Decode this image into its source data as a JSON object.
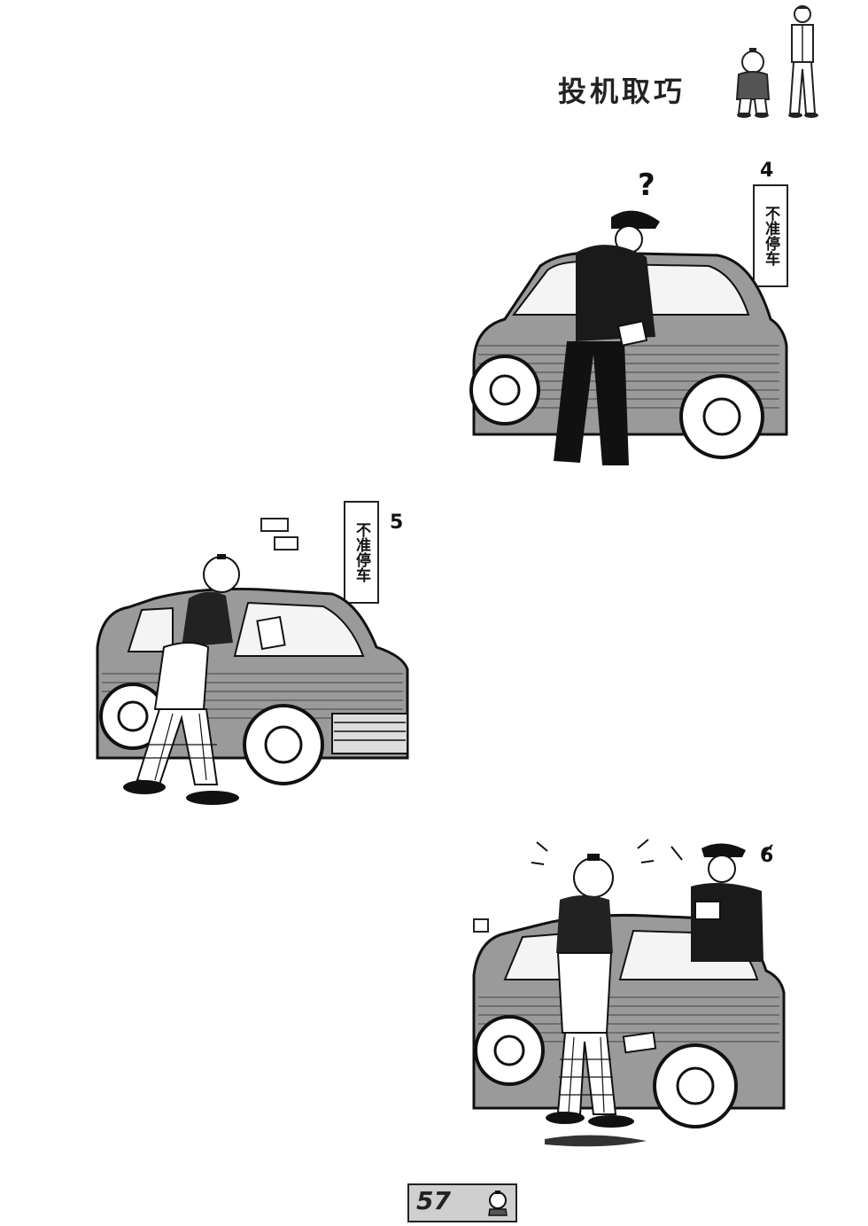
{
  "page": {
    "title": "投机取巧",
    "page_number": "57"
  },
  "panels": [
    {
      "number": "4",
      "sign_text": "不准停车"
    },
    {
      "number": "5",
      "sign_text": "不准停车"
    },
    {
      "number": "6"
    }
  ]
}
